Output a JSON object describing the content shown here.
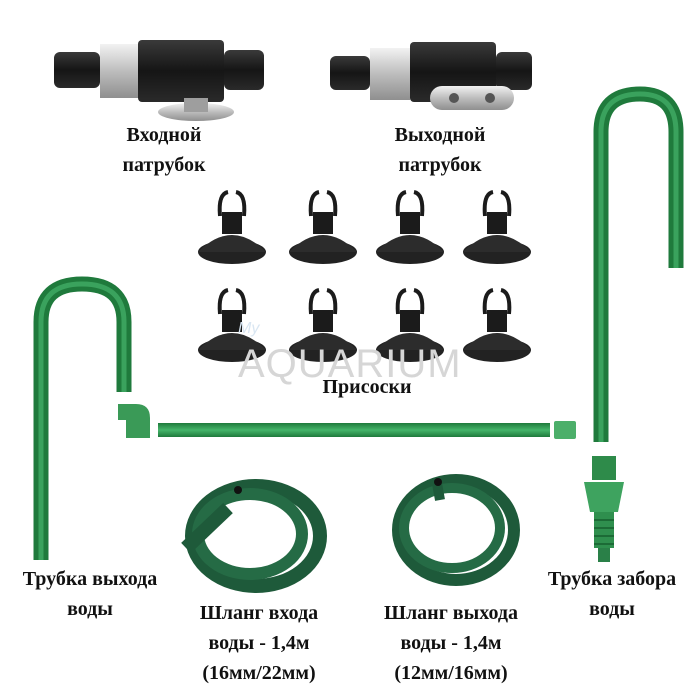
{
  "labels": {
    "inlet_valve": [
      "Входной",
      "патрубок"
    ],
    "outlet_valve": [
      "Выходной",
      "патрубок"
    ],
    "suction_cups": "Присоски",
    "outlet_pipe": [
      "Трубка выхода",
      "воды"
    ],
    "intake_pipe": [
      "Трубка забора",
      "воды"
    ],
    "inlet_hose": [
      "Шланг входа",
      "воды - 1,4м",
      "(16мм/22мм)"
    ],
    "outlet_hose": [
      "Шланг выхода",
      "воды - 1,4м",
      "(12мм/16мм)"
    ]
  },
  "watermark": {
    "small": "My",
    "main": "AQUARIUM"
  },
  "colors": {
    "pipe_green": "#2e8b4a",
    "hose_green": "#1e5a3a",
    "valve_black": "#1b1b1b",
    "metal": "#c9c9c9"
  }
}
